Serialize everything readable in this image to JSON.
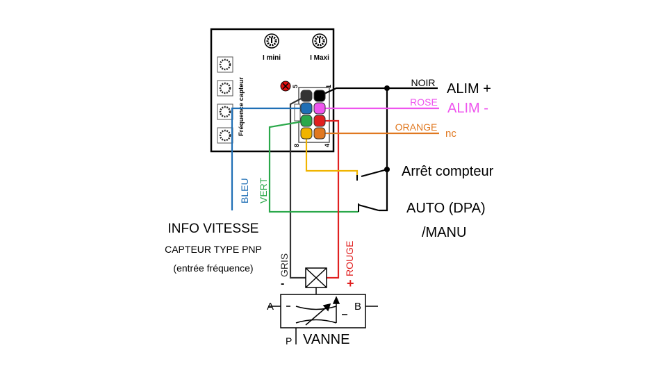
{
  "module": {
    "pot_labels": [
      "I mini",
      "I Maxi"
    ],
    "sensor_label": "Fréquence capteur",
    "pin_numbers": {
      "top_left": "5",
      "top_right": "1",
      "bottom_left": "8",
      "bottom_right": "4"
    }
  },
  "wires": {
    "noir": {
      "label": "NOIR",
      "color": "#000000"
    },
    "rose": {
      "label": "ROSE",
      "color": "#ee55ee"
    },
    "orange": {
      "label": "ORANGE",
      "color": "#e07820"
    },
    "bleu": {
      "label": "BLEU",
      "color": "#1f6fb5"
    },
    "vert": {
      "label": "VERT",
      "color": "#2aa84a"
    },
    "gris": {
      "label": "GRIS",
      "color": "#333333"
    },
    "rouge": {
      "label": "ROUGE",
      "color": "#e02020"
    },
    "jaune": {
      "color": "#f0b400"
    }
  },
  "labels": {
    "alim_plus": "ALIM +",
    "alim_minus": "ALIM -",
    "nc": "nc",
    "arret": "Arrêt compteur",
    "auto_line1": "AUTO (DPA)",
    "auto_line2": "/MANU",
    "info_vitesse": "INFO VITESSE",
    "capteur_type": "CAPTEUR TYPE PNP",
    "entree_freq": "(entrée fréquence)",
    "minus_sign": "-",
    "plus_sign": "+"
  },
  "valve": {
    "port_a": "A",
    "port_b": "B",
    "port_p": "P",
    "name": "VANNE"
  }
}
